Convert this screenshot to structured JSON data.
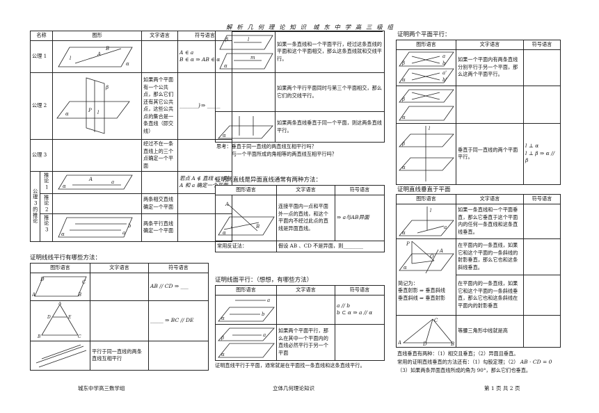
{
  "header": {
    "title": "解 析 几 何 理 论 知 识",
    "group": "城 东 中 学 高 三 级 组"
  },
  "axioms_table": {
    "columns": [
      "名称",
      "图形",
      "文字语言",
      "符号语言"
    ],
    "rows": [
      {
        "name": "公理 1",
        "text": "",
        "symbol_l1": "A ∈ a",
        "symbol_l2": "B ∈ α",
        "symbol_r": "⇒ AB ∈ α"
      },
      {
        "name": "公理 2",
        "text": "如果两个平面有一个公共点，那么它们还有其它公共点，这些公共点的集合是一条直线（即交线）",
        "symbol": "_______}⇒ _____"
      },
      {
        "name": "公理 3",
        "text": "经过不在一条直线上的三个点确定一个平面",
        "symbol": ""
      }
    ],
    "corollary_group": "公理3的推论",
    "corollaries": [
      {
        "label": "推论1",
        "text": "",
        "symbol": "若点 A ∉ 直线 a，则 A 和 a 确定一个平面"
      },
      {
        "label": "推论2",
        "text": "两条相交直线确定一个平面",
        "symbol": ""
      },
      {
        "label": "推论3",
        "text": "两条平行直线确定一个平面",
        "symbol": ""
      }
    ]
  },
  "line_parallel": {
    "title": "证明线线平行有哪些方法：",
    "columns": [
      "图形语言",
      "文字语言",
      "符号语言"
    ],
    "rows": [
      {
        "text": "",
        "symbol": "AB // CD ⇒ ___"
      },
      {
        "text": "",
        "symbol": "_____ ⇒ BC // DE"
      },
      {
        "text": "平行于同一直线的两条直线互相平行",
        "symbol": ""
      }
    ]
  },
  "mid_top": {
    "rows": [
      {
        "text": "如果一条直线和一个平面平行，经过这条直线的平面和这个平面相交，那么这条直线就和交线平行。"
      },
      {
        "text": "如果两个平行平面同时与第三个平面相交，那么它们的交线平行。"
      },
      {
        "text": "如果两条直线垂直于同一个平面，则这两条直线平行。"
      }
    ],
    "think1": "思考：垂直于同一直线的两直线互相平行吗？",
    "think2": "与一个平面所成的角相等的两直线互相平行吗？"
  },
  "skew": {
    "title": "证明两直线是异面直线通常有两种方法：",
    "columns": [
      "图形语言",
      "文字语言",
      "符号语言"
    ],
    "row_text": "连接平面内一点和平面外一点的直线，和这个平面内不经过此点的直线是异面直线。",
    "row_symbol": "⇒ a与AB异面",
    "counter_label": "常用反证法：",
    "counter_text": "假设 AB 、CD 不是异面，则________"
  },
  "line_plane": {
    "title": "证明线面平行：（想想，有哪些方法）",
    "columns": [
      "图形语言",
      "文字语言",
      "符号语言"
    ],
    "symbol_l1": "a // b",
    "symbol_l2": "b ⊂ α",
    "symbol_r": "⇒ a // α",
    "row2_text": "如果两个平面平行，那么在其中一个平面内的直线必然平行于另一个平面",
    "note": "证明直线平行于平面，通常就是在平面找一条直线和这条直线平行。"
  },
  "plane_plane": {
    "title": "证明两个平面平行：",
    "columns": [
      "图形语言",
      "文字语言",
      "符号语言"
    ],
    "row1_text": "如果一个平面内有两条直线分别平行于另一个平面，那么这两个平面平行。",
    "row3_text": "垂直于同一直线的两个平面平行。",
    "row3_symbol_l1": "l ⊥ α",
    "row3_symbol_l2": "l ⊥ β",
    "row3_symbol_r": "⇒ α // β"
  },
  "perp": {
    "title": "证明直线垂直于平面",
    "columns": [
      "图形语言",
      "文字语言",
      "符号语言"
    ],
    "row1_text": "如果一条直线和一个平面垂直，那么它垂直于这个平面内的任何一条直线和这条直线垂直。",
    "row2_text": "在平面内的一条直线，如果它和这个平面的一条斜线的射影垂直，那么它也和这条斜线垂直。",
    "row3_text": "在平面内的一条直线，如果它和这个平面的一条斜线垂直，那么它也和这条斜线在平面内的射影垂直",
    "brief_title": "简记为：",
    "brief1": "垂直射影 ⇒ 垂直斜线",
    "brief2": "垂直斜线 ⇒ 垂直射影",
    "row4_text": "等腰三角形中线就是高",
    "foot1": "直线垂直有两种：（1）相交且垂直；（2）异面且垂直。",
    "foot2": "常用的证明直线垂直的方法还有：（1）勾股定理；（2）",
    "foot2_vec": "AB · CD = 0",
    "foot3": "（3）如果两条异面直线所成的角为 90°，那么它们也垂直。"
  },
  "footer": {
    "left": "城东中学高三数学组",
    "center": "立体几何理论知识",
    "right": "第 1 页 共 2 页"
  }
}
